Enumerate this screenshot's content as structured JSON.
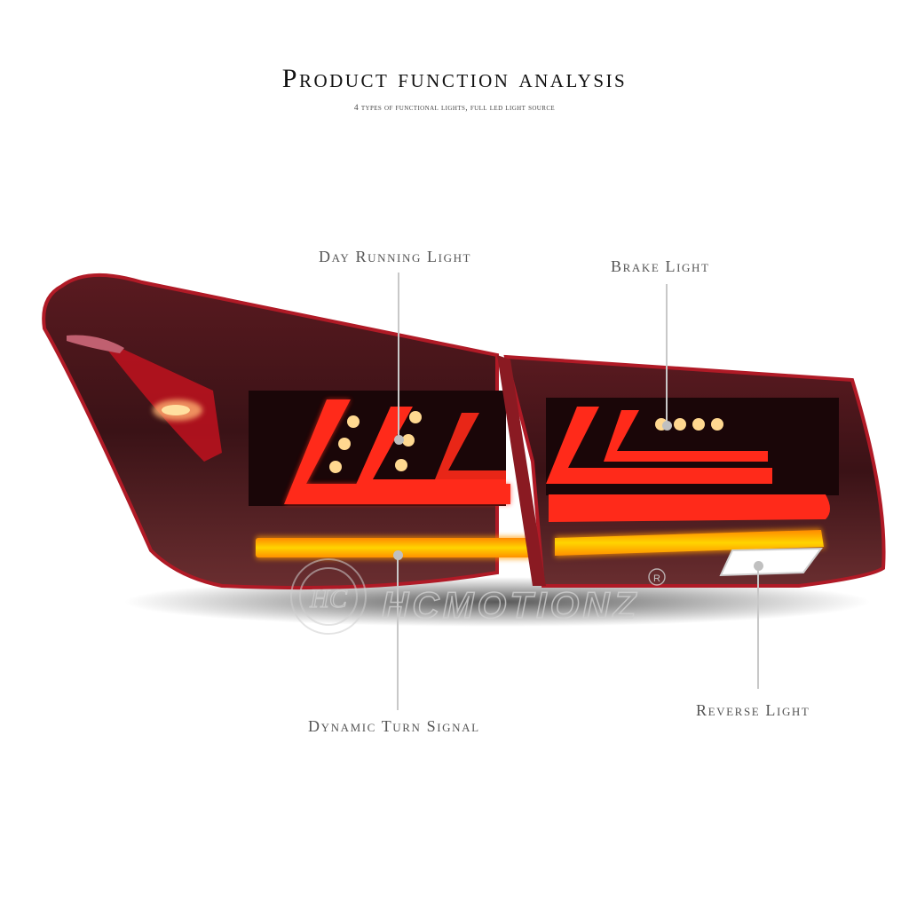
{
  "header": {
    "title": "Product function analysis",
    "subtitle": "4 types of functional lights, full LED light source"
  },
  "callouts": [
    {
      "id": "drl",
      "label": "Day Running Light"
    },
    {
      "id": "brake",
      "label": "Brake Light"
    },
    {
      "id": "turn",
      "label": "Dynamic Turn Signal"
    },
    {
      "id": "reverse",
      "label": "Reverse Light"
    }
  ],
  "watermark": {
    "brand": "HCMOTIONZ",
    "emblem": "HC",
    "registered": "®"
  },
  "colors": {
    "housing": "#4a1418",
    "lightbar_red": "#ff2a1a",
    "turn_amber": "#ffb400",
    "reverse_white": "#ffffff",
    "leader_line": "#c8c8c8"
  }
}
